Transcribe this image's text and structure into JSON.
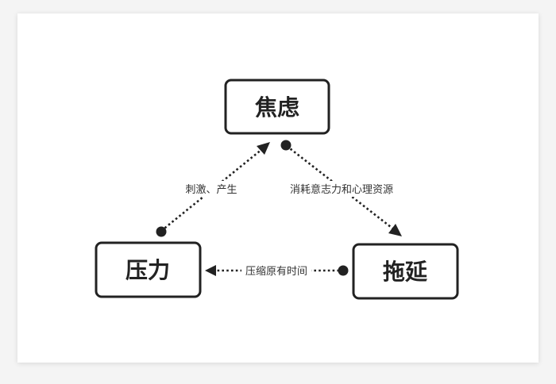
{
  "nodes": {
    "anxiety": "焦虑",
    "pressure": "压力",
    "procrastination": "拖延"
  },
  "edges": {
    "pressure_to_anxiety": "刺激、产生",
    "anxiety_to_procrastination": "消耗意志力和心理资源",
    "procrastination_to_pressure": "压缩原有时间"
  }
}
